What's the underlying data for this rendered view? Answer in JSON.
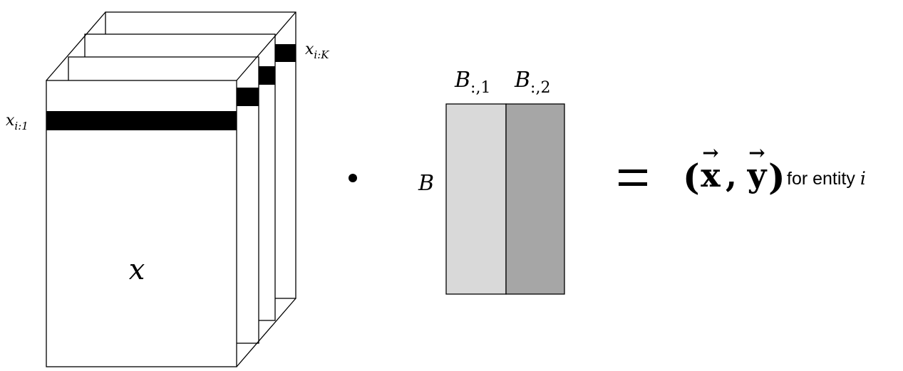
{
  "tensor": {
    "main_label": "x",
    "front_row_label": {
      "base": "x",
      "sub": "i:1"
    },
    "back_row_label": {
      "base": "x",
      "sub": "i:K"
    }
  },
  "operator": {
    "dot": "•",
    "equals": "="
  },
  "matrix": {
    "name": "B",
    "col1": {
      "base": "B",
      "sub": ":,1"
    },
    "col2": {
      "base": "B",
      "sub": ":,2"
    },
    "col1_color": "#d9d9d9",
    "col2_color": "#a6a6a6"
  },
  "result": {
    "open": "(",
    "x": "x",
    "comma": ",",
    "y": "y",
    "close": ")",
    "arrow": "→",
    "suffix": "for entity ",
    "entity": "i"
  }
}
